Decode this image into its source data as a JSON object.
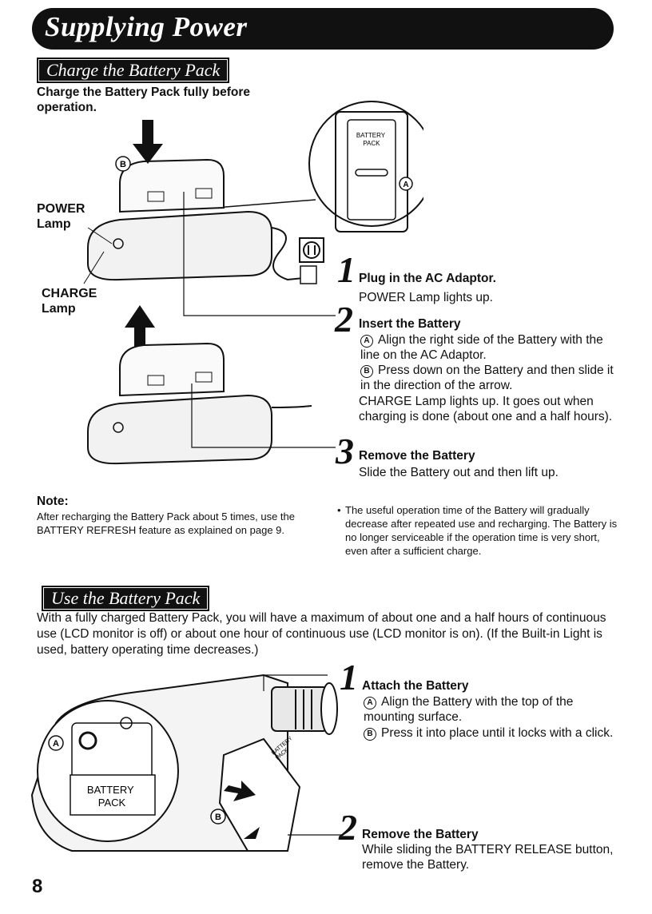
{
  "page": {
    "title": "Supplying Power",
    "page_number": "8"
  },
  "section1": {
    "heading": "Charge the Battery Pack",
    "intro": "Charge the Battery Pack fully before operation.",
    "labels": {
      "power_lamp": "POWER\nLamp",
      "charge_lamp": "CHARGE\nLamp",
      "battery_pack": "BATTERY\nPACK",
      "marker_a": "A",
      "marker_b": "B"
    },
    "steps": [
      {
        "num": "1",
        "title": "Plug in the AC Adaptor.",
        "lines": [
          "POWER Lamp lights up."
        ]
      },
      {
        "num": "2",
        "title": "Insert the Battery",
        "items": [
          {
            "marker": "A",
            "text": "Align the right side of the Battery with the line on the AC Adaptor."
          },
          {
            "marker": "B",
            "text": "Press down on the Battery and then slide it in the direction of the arrow."
          }
        ],
        "note": "CHARGE Lamp lights up. It goes out when charging is done (about one and a half hours)."
      },
      {
        "num": "3",
        "title": "Remove the Battery",
        "lines": [
          "Slide the Battery out and then lift up."
        ]
      }
    ],
    "note_title": "Note:",
    "note_text": "After recharging the Battery Pack about 5 times, use the BATTERY REFRESH feature as explained on page 9.",
    "bullet": "The useful operation time of the Battery will gradually decrease after repeated use and recharging. The Battery is no longer serviceable if the operation time is very short, even after a sufficient charge."
  },
  "section2": {
    "heading": "Use the Battery Pack",
    "intro": "With a fully charged Battery Pack, you will have a maximum of about one and a half hours of continuous use (LCD monitor is off) or about one hour of continuous use (LCD monitor is on). (If the Built-in Light is used, battery operating time decreases.)",
    "labels": {
      "battery_pack": "BATTERY\nPACK",
      "battery_pack_small": "BATTERY\nPACK",
      "marker_a": "A",
      "marker_b": "B"
    },
    "steps": [
      {
        "num": "1",
        "title": "Attach the Battery",
        "items": [
          {
            "marker": "A",
            "text": "Align the Battery with the top of the mounting surface."
          },
          {
            "marker": "B",
            "text": "Press it into place until it locks with a click."
          }
        ]
      },
      {
        "num": "2",
        "title": "Remove the Battery",
        "lines": [
          "While sliding the BATTERY RELEASE button, remove the Battery."
        ]
      }
    ]
  }
}
